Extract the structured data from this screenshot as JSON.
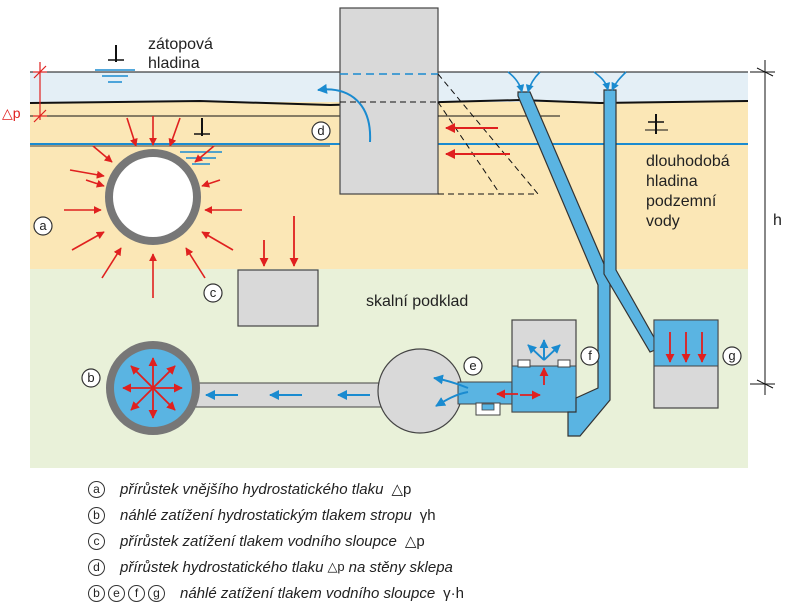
{
  "labels": {
    "flood_level": [
      "zátopová",
      "hladina"
    ],
    "groundwater": [
      "dlouhodobá",
      "hladina",
      "podzemní",
      "vody"
    ],
    "bedrock": "skalní podklad",
    "dp": "△p",
    "h": "h",
    "markers": {
      "a": "a",
      "b": "b",
      "c": "c",
      "d": "d",
      "e": "e",
      "f": "f",
      "g": "g"
    }
  },
  "legend": [
    {
      "markers": [
        "a"
      ],
      "text": "přírůstek vnějšího hydrostatického tlaku",
      "symbol": "△p"
    },
    {
      "markers": [
        "b"
      ],
      "text": "náhlé zatížení hydrostatickým tlakem stropu",
      "symbol": "γh"
    },
    {
      "markers": [
        "c"
      ],
      "text": "přírůstek zatížení tlakem vodního sloupce",
      "symbol": "△p"
    },
    {
      "markers": [
        "d"
      ],
      "text_before": "přírůstek hydrostatického tlaku",
      "delta": "△p",
      "text_after": "na stěny sklepa"
    },
    {
      "markers": [
        "b",
        "e",
        "f",
        "g"
      ],
      "text": "náhlé zatížení tlakem vodního sloupce",
      "symbol": "γ·h"
    }
  ],
  "colors": {
    "sky": "#e4eff6",
    "soil": "#fbe7b6",
    "bedrock": "#e9f1d9",
    "water": "#5ab4e2",
    "arrow_red": "#e0201f",
    "arrow_blue": "#1a8bd0",
    "wall_gray": "#d9d9d9"
  }
}
